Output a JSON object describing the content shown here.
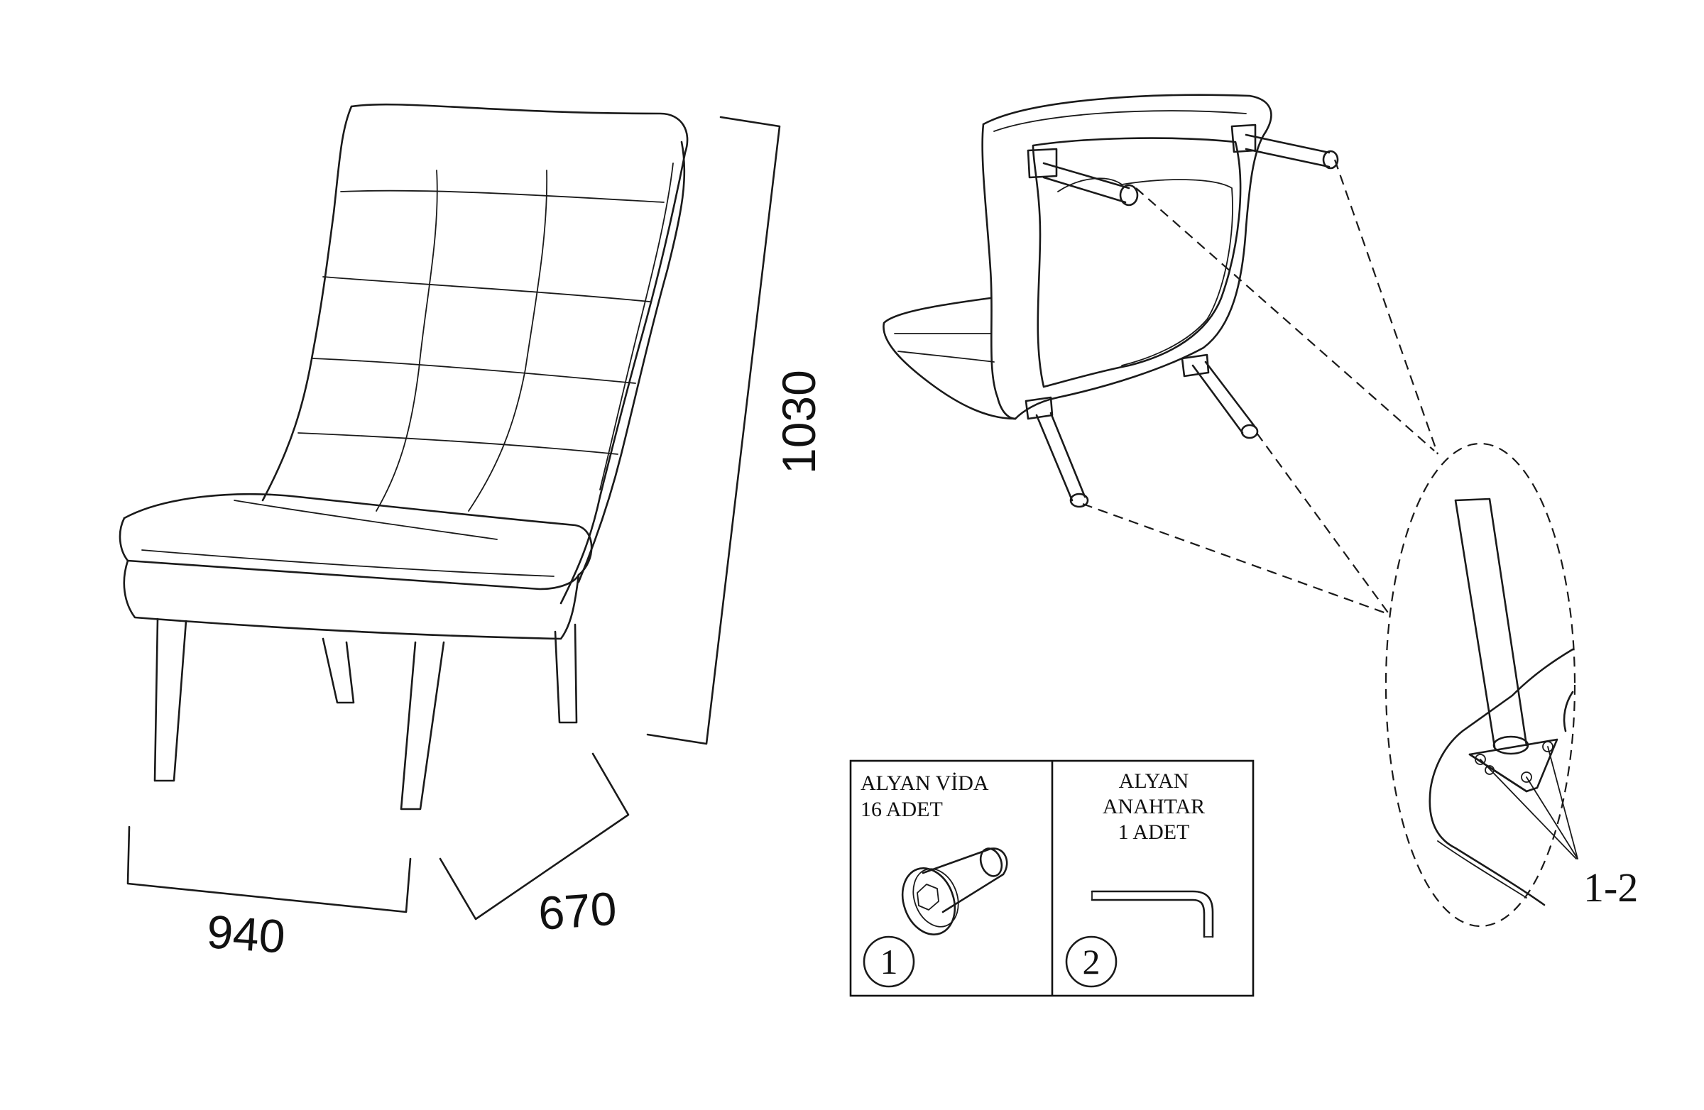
{
  "dimensions": {
    "width": "940",
    "depth": "670",
    "height": "1030"
  },
  "parts": [
    {
      "number": "1",
      "label_line1": "ALYAN VİDA",
      "label_line2": "16 ADET",
      "icon": "hex-screw-icon"
    },
    {
      "number": "2",
      "label_line1": "ALYAN",
      "label_line2": "ANAHTAR",
      "label_line3": "1 ADET",
      "icon": "allen-key-icon"
    }
  ],
  "detail_callout": "1-2"
}
